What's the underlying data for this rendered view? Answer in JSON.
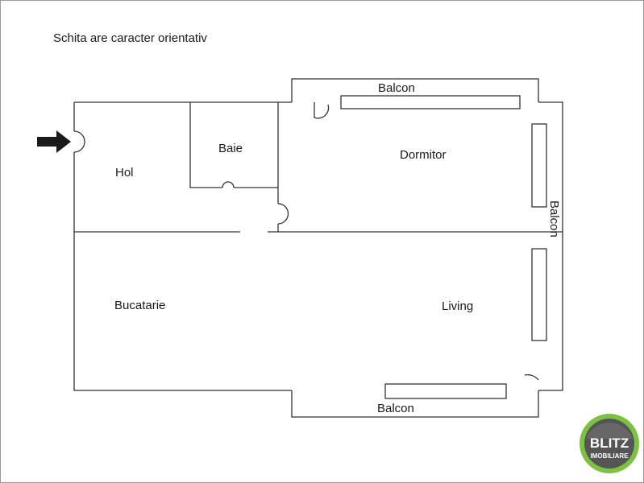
{
  "disclaimer": "Schita are caracter orientativ",
  "rooms": {
    "hol": "Hol",
    "baie": "Baie",
    "dormitor": "Dormitor",
    "bucatarie": "Bucatarie",
    "living": "Living"
  },
  "balconies": {
    "top": "Balcon",
    "right": "Balcon",
    "bottom": "Balcon"
  },
  "logo": {
    "brand": "BLITZ",
    "sub": "IMOBILIARE",
    "colors": {
      "ring": "#7cc142",
      "disc": "#555555",
      "text": "#ffffff"
    }
  },
  "colors": {
    "lines": "#333333",
    "text": "#1a1a1a",
    "arrow": "#1a1a1a"
  },
  "icons": {
    "entrance": "entrance-arrow-icon"
  }
}
